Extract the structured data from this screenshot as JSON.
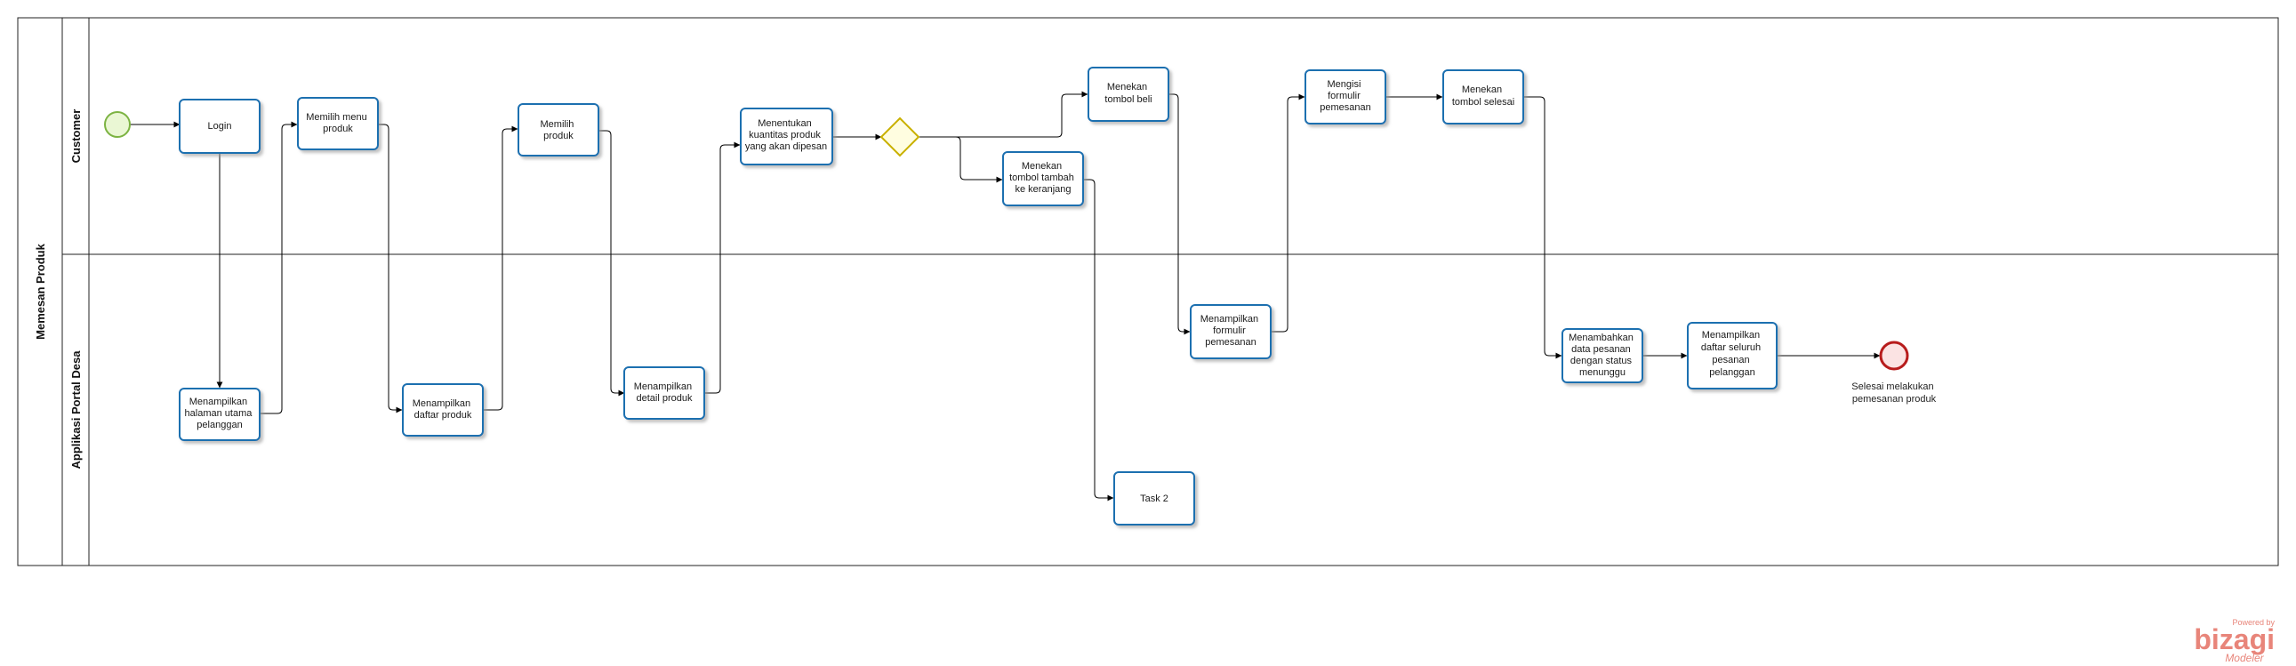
{
  "pool": {
    "name": "Memesan Produk"
  },
  "lanes": [
    {
      "id": "customer",
      "name": "Customer"
    },
    {
      "id": "app",
      "name": "Applikasi Portal Desa"
    }
  ],
  "tasks": [
    {
      "id": "login",
      "lines": [
        "Login"
      ]
    },
    {
      "id": "menampilkan-halaman",
      "lines": [
        "Menampilkan",
        "halaman utama",
        "pelanggan"
      ]
    },
    {
      "id": "memilih-menu",
      "lines": [
        "Memilih menu",
        "produk"
      ]
    },
    {
      "id": "menampilkan-daftar",
      "lines": [
        "Menampilkan",
        "daftar produk"
      ]
    },
    {
      "id": "memilih-produk",
      "lines": [
        "Memilih",
        "produk"
      ]
    },
    {
      "id": "menampilkan-detail",
      "lines": [
        "Menampilkan",
        "detail produk"
      ]
    },
    {
      "id": "menentukan-kuantitas",
      "lines": [
        "Menentukan",
        "kuantitas produk",
        "yang akan dipesan"
      ]
    },
    {
      "id": "menekan-beli",
      "lines": [
        "Menekan",
        "tombol beli"
      ]
    },
    {
      "id": "menekan-tambah",
      "lines": [
        "Menekan",
        "tombol tambah",
        "ke keranjang"
      ]
    },
    {
      "id": "task-2",
      "lines": [
        "Task 2"
      ]
    },
    {
      "id": "menampilkan-formulir",
      "lines": [
        "Menampilkan",
        "formulir",
        "pemesanan"
      ]
    },
    {
      "id": "mengisi-formulir",
      "lines": [
        "Mengisi",
        "formulir",
        "pemesanan"
      ]
    },
    {
      "id": "menekan-selesai",
      "lines": [
        "Menekan",
        "tombol selesai"
      ]
    },
    {
      "id": "menambahkan-data",
      "lines": [
        "Menambahkan",
        "data pesanan",
        "dengan status",
        "menunggu"
      ]
    },
    {
      "id": "menampilkan-daftar-pesanan",
      "lines": [
        "Menampilkan",
        "daftar seluruh",
        "pesanan",
        "pelanggan"
      ]
    }
  ],
  "start_event": {
    "id": "start"
  },
  "gateway": {
    "id": "gateway"
  },
  "end_event": {
    "id": "end",
    "lines": [
      "Selesai melakukan",
      "pemesanan produk"
    ]
  },
  "watermark": {
    "powered_by": "Powered by",
    "brand": "bizagi",
    "product": "Modeler"
  },
  "colors": {
    "task_border": "#1e6fb0",
    "task_fill": "#ffffff",
    "start_stroke": "#7cb342",
    "start_fill": "#eaf7d4",
    "end_stroke": "#b71c1c",
    "end_fill": "#fbe3e3",
    "gateway_stroke": "#c9b000",
    "gateway_fill": "#fffde0",
    "flow": "#000000",
    "brand": "#e8857a"
  }
}
